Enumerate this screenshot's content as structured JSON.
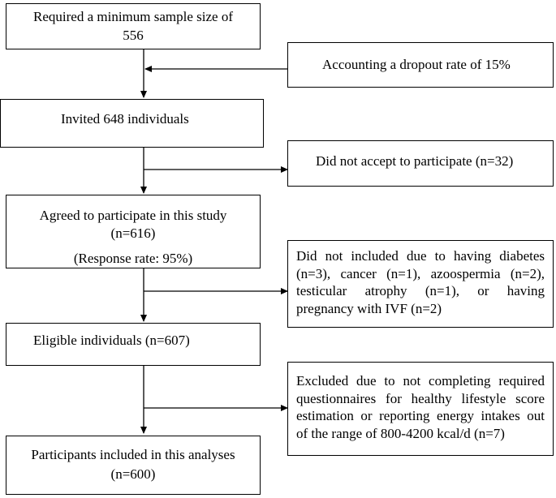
{
  "boxes": {
    "sample_size": {
      "line1": "Required a minimum sample size of",
      "line2": "556"
    },
    "dropout": {
      "text": "Accounting a dropout rate of 15%"
    },
    "invited": {
      "text": "Invited 648 individuals"
    },
    "not_accept": {
      "text": "Did not accept to participate (n=32)"
    },
    "agreed": {
      "line1": "Agreed to participate in this study",
      "line2": "(n=616)",
      "line3": "(Response rate: 95%)"
    },
    "not_included": {
      "lines": [
        "Did not included due to having diabetes",
        "(n=3), cancer (n=1), azoospermia (n=2),",
        "testicular atrophy (n=1), or having",
        "pregnancy with IVF (n=2)"
      ]
    },
    "eligible": {
      "text": "Eligible individuals (n=607)"
    },
    "excluded": {
      "lines": [
        "Excluded due to not completing required",
        "questionnaires for healthy lifestyle score",
        "estimation or reporting energy intakes out",
        "of the range of 800-4200 kcal/d (n=7)"
      ]
    },
    "participants": {
      "line1": "Participants included in this analyses",
      "line2": "(n=600)"
    }
  }
}
